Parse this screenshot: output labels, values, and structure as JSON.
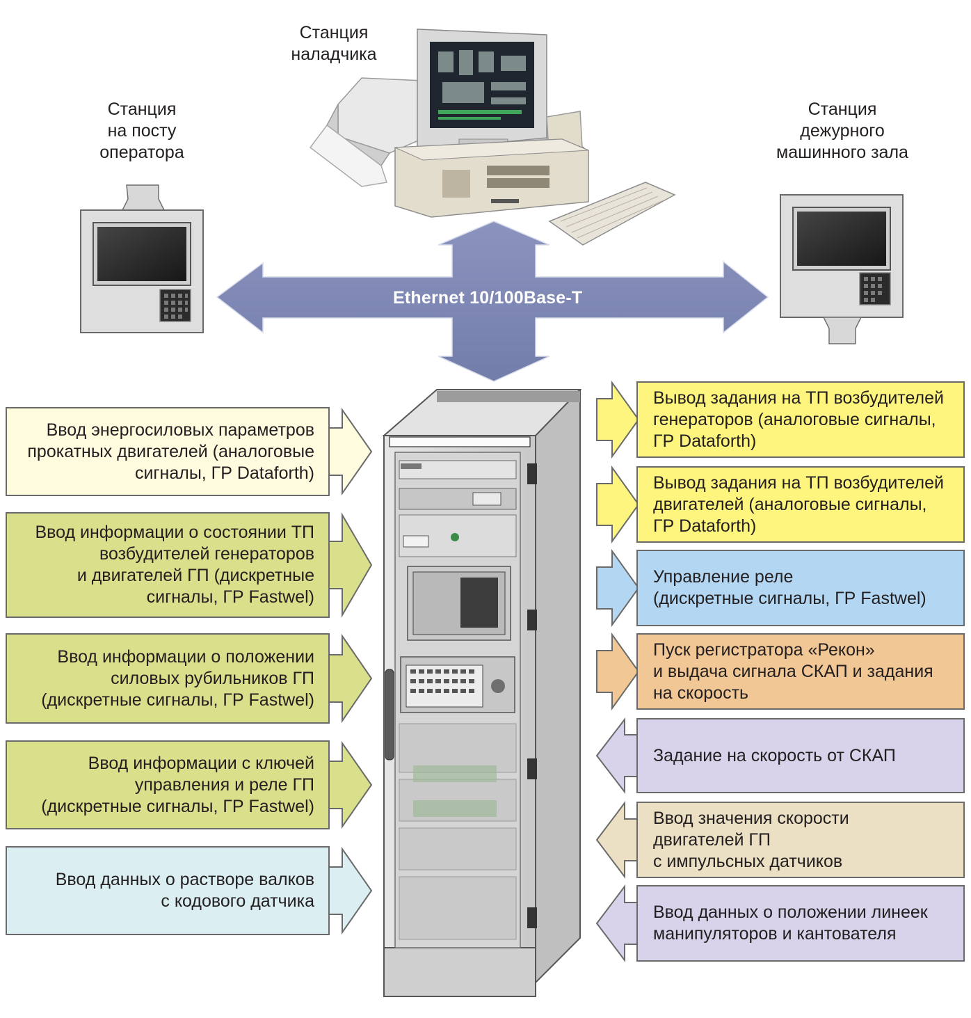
{
  "colors": {
    "bus_fill": "#7e88b4",
    "light_yellow": "#fefbdf",
    "green": "#dadf8c",
    "light_blue": "#dbeef2",
    "yellow": "#fef57f",
    "sky_blue": "#b3d7f2",
    "orange": "#f2c796",
    "lavender": "#d8d3ea",
    "beige": "#ebdfc4"
  },
  "stations": {
    "operator": {
      "lines": [
        "Станция",
        "на посту",
        "оператора"
      ],
      "icon": "operator-panel-icon"
    },
    "engineer": {
      "lines": [
        "Станция",
        "наладчика"
      ],
      "icon": "industrial-pc-workstation-icon"
    },
    "machine_hall": {
      "lines": [
        "Станция",
        "дежурного",
        "машинного зала"
      ],
      "icon": "machine-hall-panel-icon"
    }
  },
  "network": {
    "label": "Ethernet 10/100Base-T"
  },
  "cabinet": {
    "icon": "control-cabinet-icon"
  },
  "inputs_left": [
    {
      "lines": [
        "Ввод энергосиловых параметров",
        "прокатных двигателей (аналоговые",
        "сигналы, ГР Dataforth)"
      ],
      "color": "#fefbdf"
    },
    {
      "lines": [
        "Ввод информации о состоянии ТП",
        "возбудителей генераторов",
        "и двигателей ГП (дискретные",
        "сигналы, ГР Fastwel)"
      ],
      "color": "#dadf8c"
    },
    {
      "lines": [
        "Ввод информации о положении",
        "силовых рубильников ГП",
        "(дискретные сигналы, ГР Fastwel)"
      ],
      "color": "#dadf8c"
    },
    {
      "lines": [
        "Ввод информации с ключей",
        "управления и реле ГП",
        "(дискретные сигналы, ГР Fastwel)"
      ],
      "color": "#dadf8c"
    },
    {
      "lines": [
        "Ввод данных о растворе валков",
        "с кодового датчика"
      ],
      "color": "#dbeef2"
    }
  ],
  "outputs_right": [
    {
      "lines": [
        "Вывод задания на ТП возбудителей",
        "генераторов (аналоговые сигналы,",
        "ГР Dataforth)"
      ],
      "color": "#fef57f",
      "direction": "out"
    },
    {
      "lines": [
        "Вывод задания на ТП возбудителей",
        "двигателей (аналоговые сигналы,",
        "ГР Dataforth)"
      ],
      "color": "#fef57f",
      "direction": "out"
    },
    {
      "lines": [
        "Управление реле",
        "(дискретные сигналы, ГР Fastwel)"
      ],
      "color": "#b3d7f2",
      "direction": "out"
    },
    {
      "lines": [
        "Пуск регистратора «Рекон»",
        "и выдача сигнала СКАП и задания",
        "на скорость"
      ],
      "color": "#f2c796",
      "direction": "out"
    },
    {
      "lines": [
        "Задание на скорость от СКАП"
      ],
      "color": "#d8d3ea",
      "direction": "in"
    },
    {
      "lines": [
        "Ввод значения скорости",
        "двигателей ГП",
        "с импульсных датчиков"
      ],
      "color": "#ebdfc4",
      "direction": "in"
    },
    {
      "lines": [
        "Ввод данных о положении линеек",
        "манипуляторов и кантователя"
      ],
      "color": "#d8d3ea",
      "direction": "in"
    }
  ]
}
